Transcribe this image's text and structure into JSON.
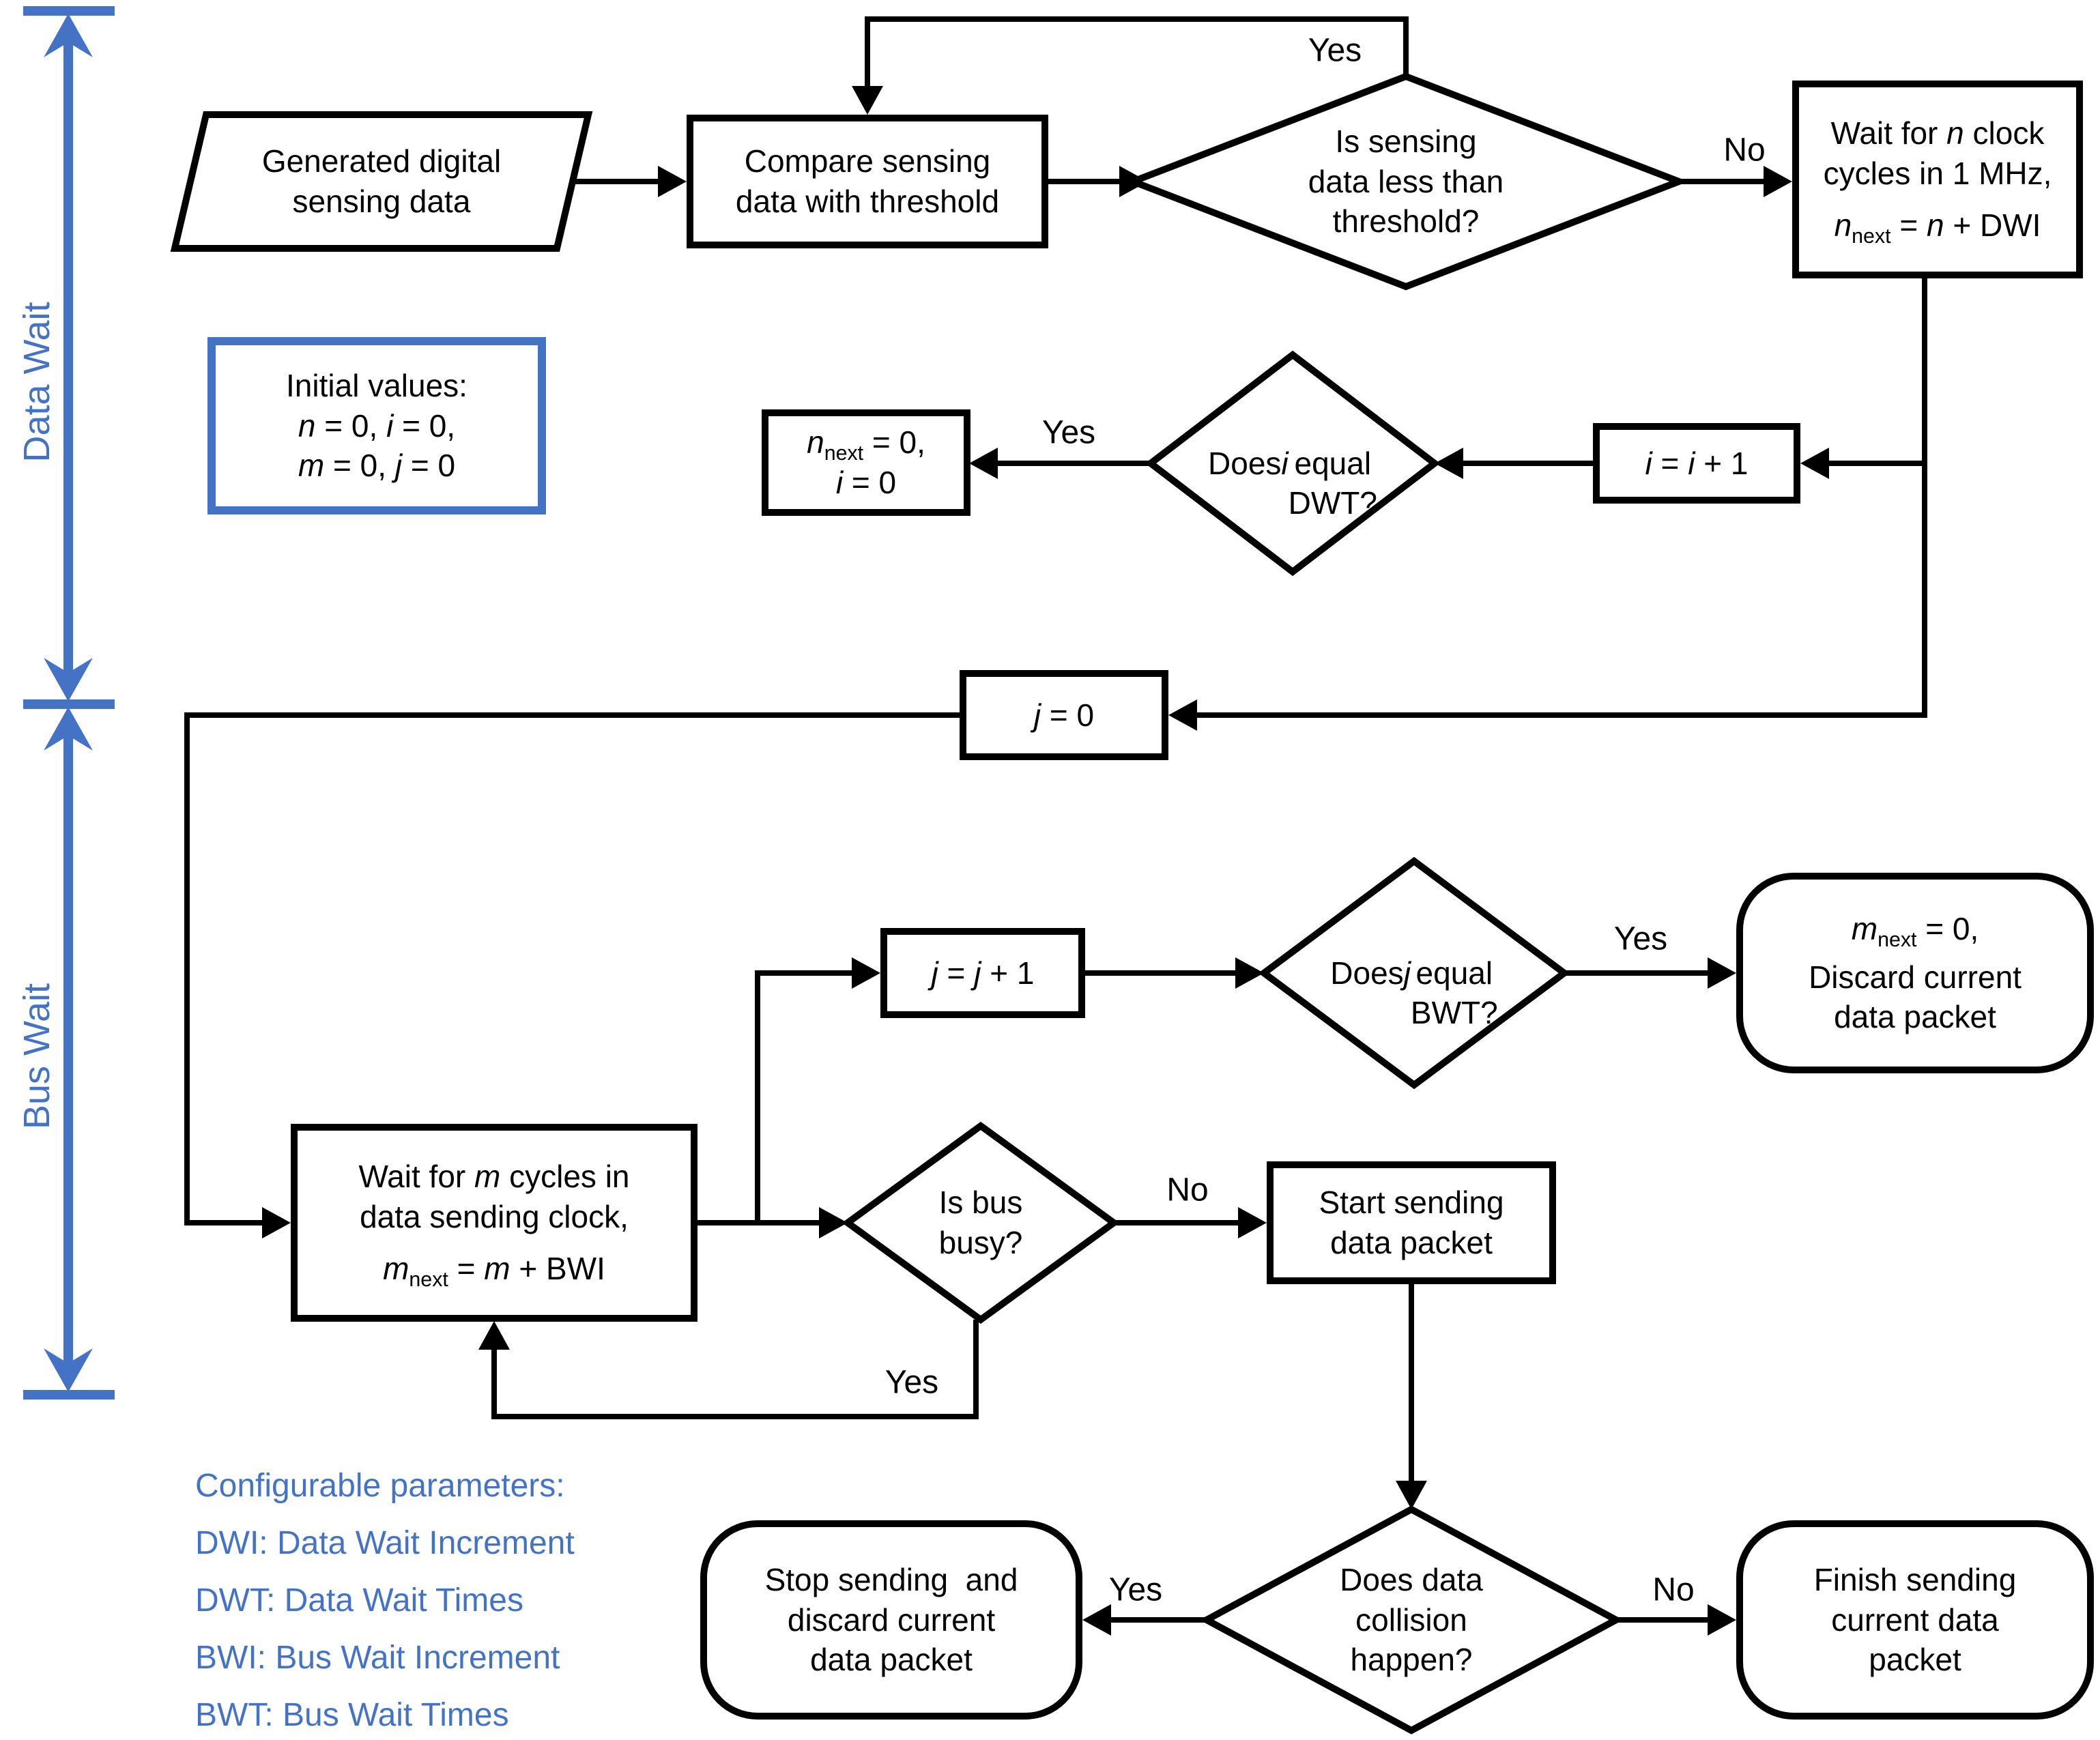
{
  "figure": {
    "type": "flowchart",
    "background": "#ffffff",
    "accent_blue": "#4472C4",
    "line_black": "#000000"
  },
  "sections": [
    {
      "label": "Data Wait"
    },
    {
      "label": "Bus Wait"
    }
  ],
  "legend": {
    "title": "Configurable parameters:",
    "items": [
      "DWI: Data Wait Increment",
      "DWT: Data Wait Times",
      "BWI: Bus Wait Increment",
      "BWT: Bus Wait Times"
    ]
  },
  "notes": {
    "initial_values_html": "Initial values:<br><i>n</i> = 0, <i>i</i> = 0,<br><i>m</i> = 0, <i>j</i> = 0"
  },
  "nodes": {
    "start_html": "Generated digital<br>sensing data",
    "compare_html": "Compare sensing<br>data with threshold",
    "threshold_q_html": "Is sensing<br>data less than<br>threshold?",
    "wait_n_html": "Wait for <i>n</i> clock<br>cycles in 1 MHz,<span class='frm'><i>n</i><sub>next</sub> = <i>n</i> + DWI</span>",
    "reset_n_html": "<i>n</i><sub>next</sub> = 0,<br><i>i</i> = 0",
    "inc_i_html": "<i>i</i> = <i>i</i> + 1",
    "dwt_q_html": "Does <i>i</i><br>equal<br>DWT?",
    "j_zero_html": "<i>j</i> = 0",
    "inc_j_html": "<i>j</i> = <i>j</i> + 1",
    "bwt_q_html": "Does <i>j</i><br>equal<br>BWT?",
    "discard_html": "<i>m</i><sub>next</sub> = 0,<span class='frm2'>Discard current<br>data packet</span>",
    "wait_m_html": "Wait for <i>m</i> cycles in<br>data sending clock,<span class='frm'><i>m</i><sub>next</sub> = <i>m</i> + BWI</span>",
    "busy_q_html": "Is bus<br>busy?",
    "start_send_html": "Start sending<br>data packet",
    "collision_q_html": "Does data<br>collision<br>happen?",
    "stop_send_html": "Stop sending&nbsp; and<br>discard current<br>data packet",
    "finish_html": "Finish sending<br>current data<br>packet"
  },
  "edge_labels": {
    "threshold_yes": "Yes",
    "threshold_no": "No",
    "dwt_yes": "Yes",
    "bwt_yes": "Yes",
    "busy_no": "No",
    "busy_yes": "Yes",
    "collision_yes": "Yes",
    "collision_no": "No"
  }
}
